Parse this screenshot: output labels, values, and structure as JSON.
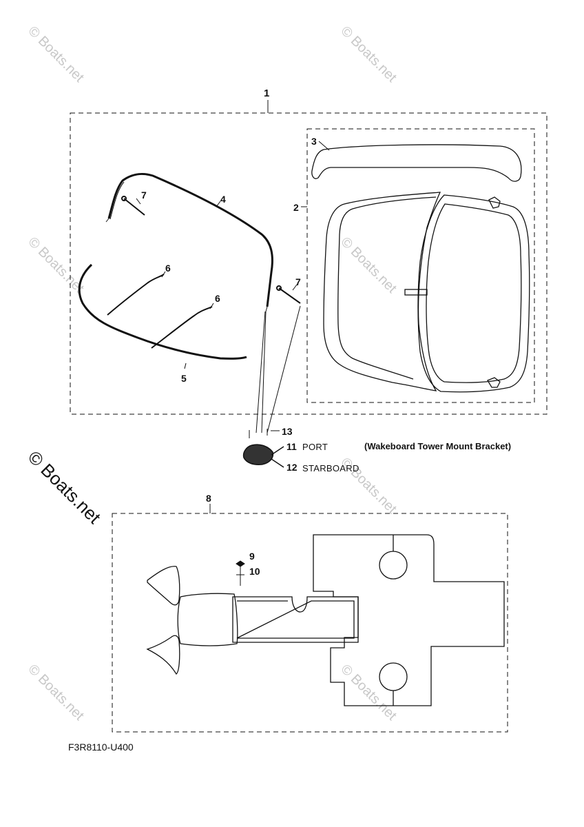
{
  "callouts": {
    "c1": "1",
    "c2": "2",
    "c3": "3",
    "c4": "4",
    "c5": "5",
    "c6a": "6",
    "c6b": "6",
    "c7a": "7",
    "c7b": "7",
    "c8": "8",
    "c9": "9",
    "c10": "10",
    "c11": "11",
    "c12": "12",
    "c13": "13"
  },
  "labels": {
    "port": "PORT",
    "starboard": "STARBOARD",
    "bracket_note": "(Wakeboard Tower Mount Bracket)"
  },
  "diagram_code": "F3R8110-U400",
  "watermark": "© Boats.net",
  "colors": {
    "line": "#111111",
    "watermark": "#c8c8c8"
  }
}
